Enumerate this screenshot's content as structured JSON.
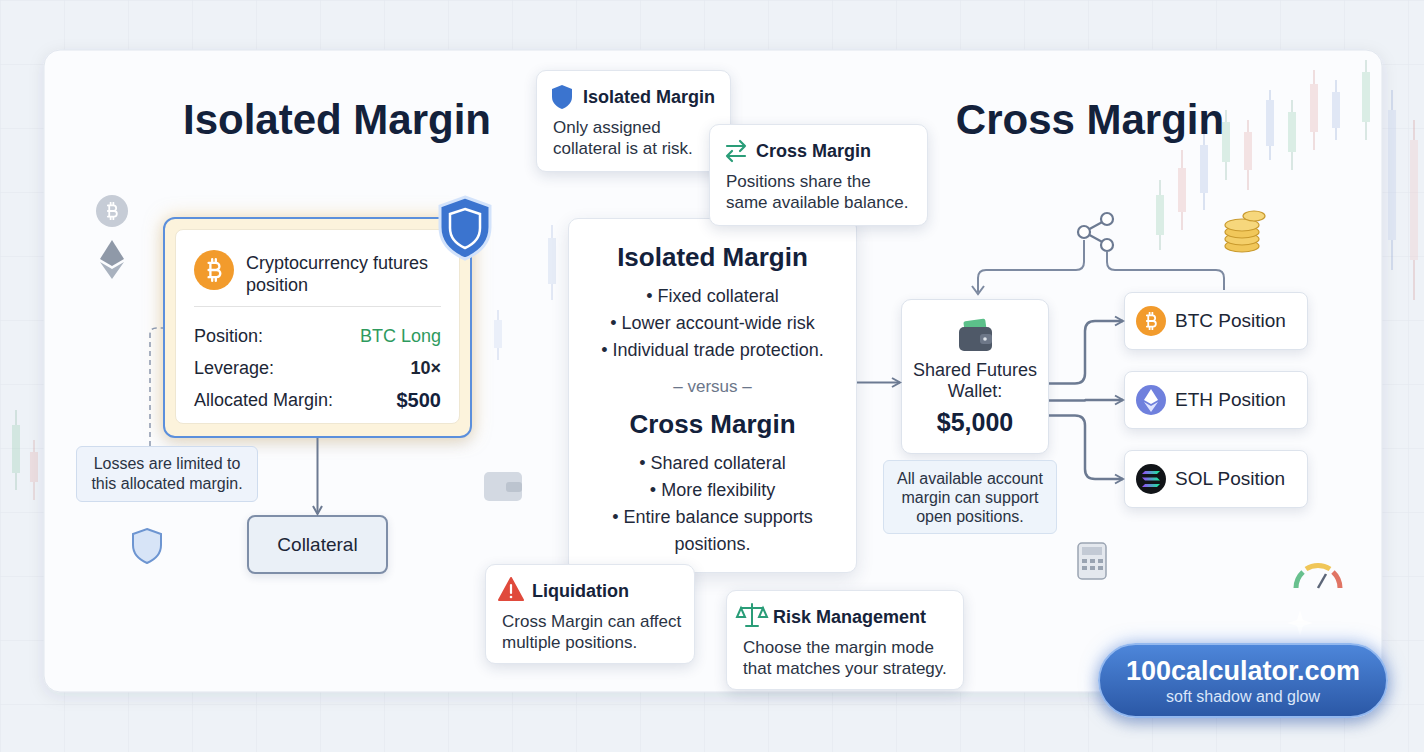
{
  "diagram": {
    "nodes": [
      {
        "text": [
          "Cryptocurrency futures position",
          "Position:",
          "BTC Long",
          "Leverage:",
          "10×",
          "Allocated Margin:",
          "$500"
        ]
      },
      {
        "text": [
          "Losses are limited to this allocated margin."
        ]
      },
      {
        "text": [
          "Collateral"
        ]
      },
      {
        "text": [
          "Isolated Margin",
          "Only assigned collateral is at risk."
        ]
      },
      {
        "text": [
          "Cross Margin",
          "Positions share the same available balance."
        ]
      },
      {
        "text": [
          "Isolated Margin",
          "• Fixed collateral",
          "• Lower account-wide risk",
          "• Individual trade protection.",
          "– versus –",
          "Cross Margin",
          "• Shared collateral",
          "• More flexibility",
          "• Entire balance supports positions."
        ]
      },
      {
        "text": [
          "Liquidation",
          "Cross Margin can affect multiple positions."
        ]
      },
      {
        "text": [
          "Risk Management",
          "Choose the margin mode that matches your strategy."
        ]
      },
      {
        "text": [
          "Shared Futures Wallet:",
          "$5,000"
        ]
      },
      {
        "text": [
          "All available account margin can support open positions."
        ]
      },
      {
        "text": [
          "BTC Position"
        ]
      },
      {
        "text": [
          "ETH Position"
        ]
      },
      {
        "text": [
          "SOL Position"
        ]
      },
      {
        "text": [
          "100calculator.com",
          "soft shadow and glow"
        ]
      }
    ],
    "edges": [
      {
        "from": 0,
        "to": 2,
        "arrow": "to"
      },
      {
        "from": 1,
        "to": 0,
        "arrow": "none"
      },
      {
        "from": 5,
        "to": 8,
        "arrow": "to"
      },
      {
        "from": 8,
        "to": 10,
        "arrow": "to"
      },
      {
        "from": 8,
        "to": 11,
        "arrow": "to"
      },
      {
        "from": 8,
        "to": 12,
        "arrow": "to"
      }
    ],
    "labels": [
      "Isolated Margin",
      "Cross Margin"
    ]
  }
}
